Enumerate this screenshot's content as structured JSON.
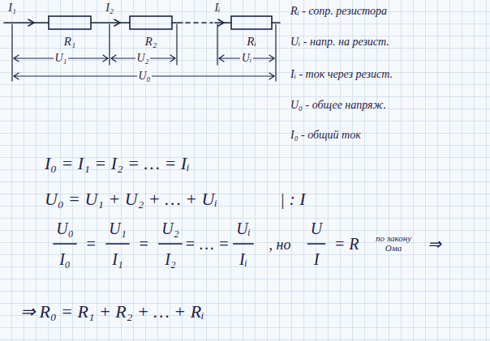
{
  "diagram": {
    "labels": [
      "I₁",
      "I₂",
      "Iᵢ",
      "R₁",
      "R₂",
      "Rᵢ",
      "U₁",
      "U₂",
      "Uᵢ",
      "U₀",
      "Rᵢ - сопр. резистора",
      "Uᵢ - напр. на резист.",
      "Iᵢ - ток через резист.",
      "U₀ - общее напряж.",
      "I₀ - общий ток",
      "I₀ = I₁ = I₂ = … = Iᵢ",
      "U₀ = U₁ + U₂ + … + Uᵢ",
      "| : I",
      "U₀",
      "I₀",
      "=",
      "U₁",
      "I₁",
      "=",
      "U₂",
      "I₂",
      "= … =",
      "Uᵢ",
      "Iᵢ",
      ", но",
      "U",
      "I",
      "= R",
      "по закону Ома",
      "⇒",
      "⇒ R₀ = R₁ + R₂ + … + Rᵢ"
    ]
  }
}
